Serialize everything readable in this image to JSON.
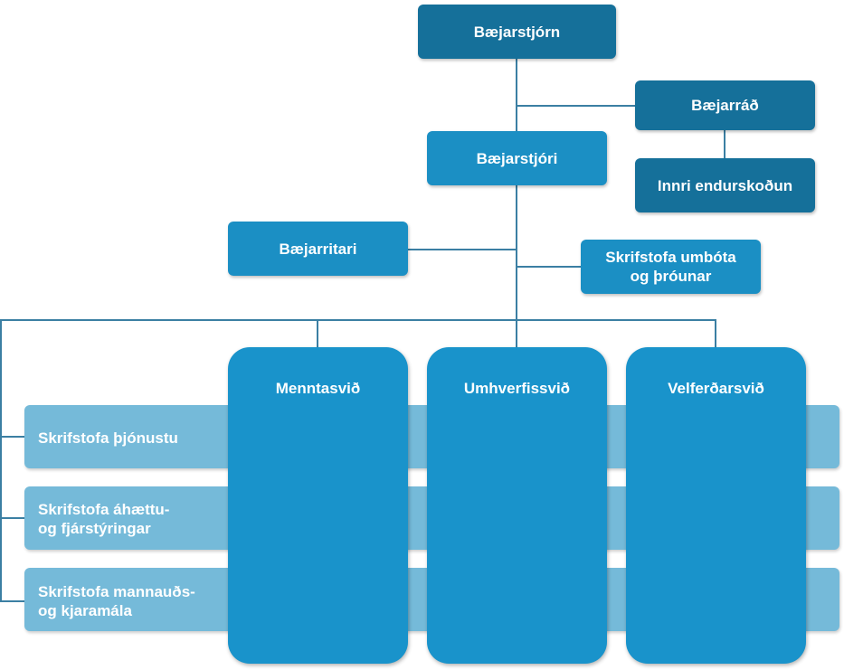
{
  "council": "Bæjarstjórn",
  "town_board": "Bæjarráð",
  "internal_audit": "Innri endurskoðun",
  "mayor": "Bæjarstjóri",
  "town_secretary": "Bæjarritari",
  "improvement_office": {
    "line1": "Skrifstofa umbóta",
    "line2": "og þróunar"
  },
  "divisions": [
    "Menntasvið",
    "Umhverfissvið",
    "Velferðarsvið"
  ],
  "offices": [
    {
      "line1": "Skrifstofa þjónustu",
      "line2": ""
    },
    {
      "line1": "Skrifstofa áhættu-",
      "line2": "og fjárstýringar"
    },
    {
      "line1": "Skrifstofa mannauðs-",
      "line2": "og kjaramála"
    }
  ],
  "colors": {
    "dark_box": "#15709a",
    "mid_box": "#1b8fc4",
    "column": "#1993cb",
    "band": "#75bad9",
    "connector": "#3b7fa3"
  }
}
